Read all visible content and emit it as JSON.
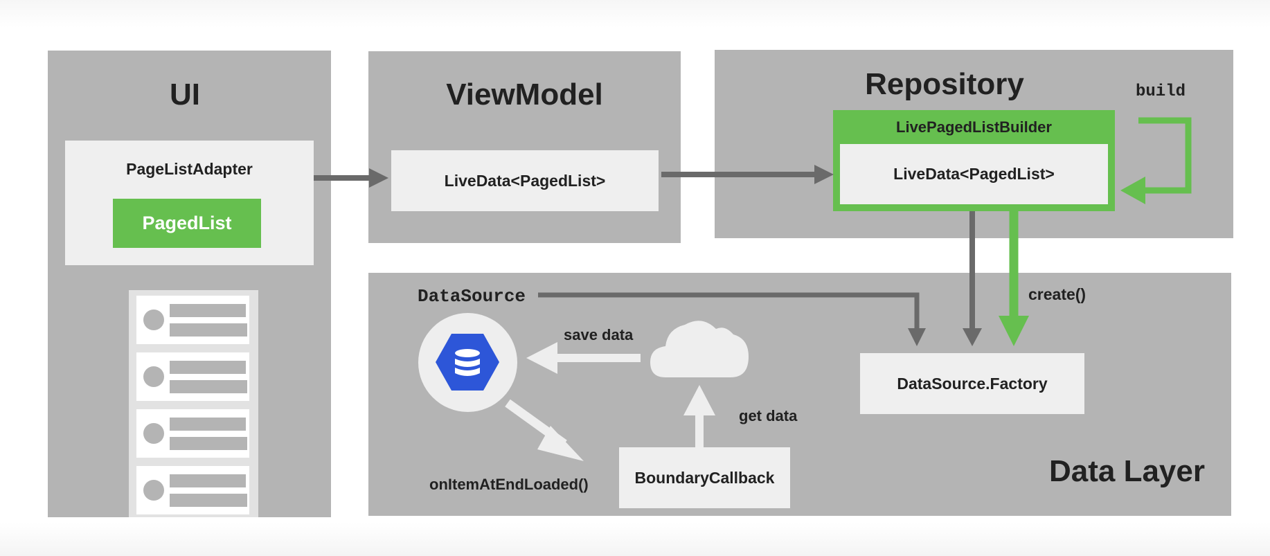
{
  "ui_panel": {
    "title": "UI",
    "adapter_label": "PageListAdapter",
    "paged_list_label": "PagedList"
  },
  "viewmodel_panel": {
    "title": "ViewModel",
    "livedata_label": "LiveData<PagedList>"
  },
  "repository_panel": {
    "title": "Repository",
    "builder_label": "LivePagedListBuilder",
    "livedata_label": "LiveData<PagedList>",
    "build_label": "build"
  },
  "data_layer_panel": {
    "title": "Data Layer",
    "datasource_label": "DataSource",
    "factory_label": "DataSource.Factory",
    "create_label": "create()",
    "save_data_label": "save data",
    "get_data_label": "get data",
    "boundary_callback_label": "BoundaryCallback",
    "on_item_loaded_label": "onItemAtEndLoaded()"
  },
  "colors": {
    "panel": "#b4b4b4",
    "box": "#efefef",
    "accent_green": "#66bf4f",
    "arrow_gray": "#6a6a6a",
    "arrow_white": "#eeeeee",
    "database_blue": "#2d56d8"
  },
  "icons": {
    "database": "database-icon",
    "cloud": "cloud-icon"
  }
}
